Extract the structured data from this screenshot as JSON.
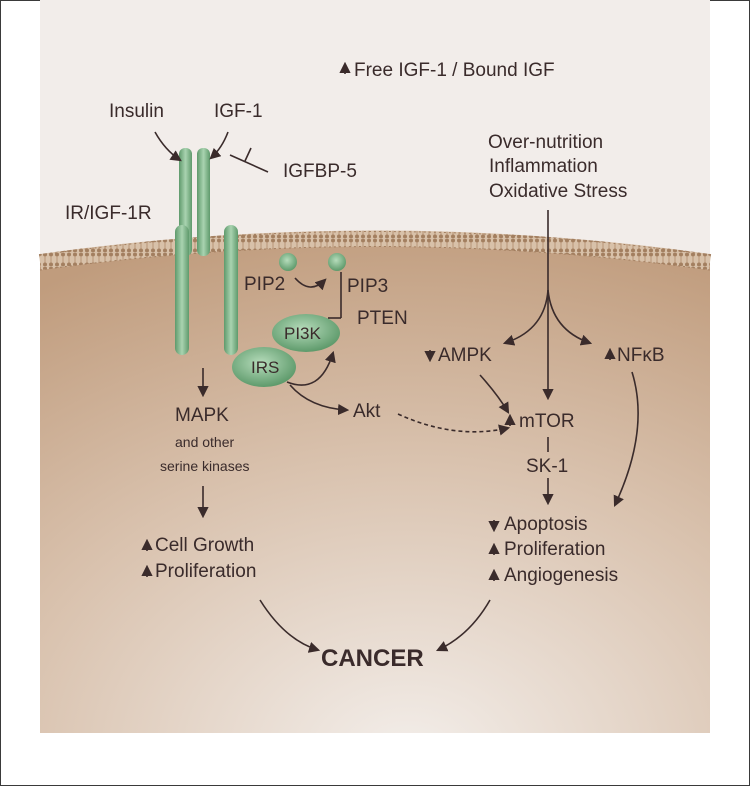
{
  "colors": {
    "cytoplasm_top": "#c4a384",
    "cytoplasm_bottom": "#f1ebe7",
    "extracellular": "#efe9e3",
    "membrane": "#b08a6a",
    "receptor": "#7fb48a",
    "text": "#3a2b2b"
  },
  "labels": {
    "free_igf": "Free IGF-1 / Bound IGF",
    "insulin": "Insulin",
    "igf1": "IGF-1",
    "igfbp5": "IGFBP-5",
    "receptor": "IR/IGF-1R",
    "stress": [
      "Over-nutrition",
      "Inflammation",
      "Oxidative Stress"
    ],
    "pip2": "PIP2",
    "pip3": "PIP3",
    "pten": "PTEN",
    "pi3k": "PI3K",
    "irs": "IRS",
    "akt": "Akt",
    "ampk": "AMPK",
    "nfkb": "NFκB",
    "mtor": "mTOR",
    "sk1": "SK-1",
    "mapk": "MAPK",
    "mapk_sub1": "and other",
    "mapk_sub2": "serine kinases",
    "cell_growth": "Cell Growth",
    "proliferation_left": "Proliferation",
    "apoptosis": "Apoptosis",
    "proliferation_right": "Proliferation",
    "angiogenesis": "Angiogenesis",
    "cancer": "CANCER"
  }
}
